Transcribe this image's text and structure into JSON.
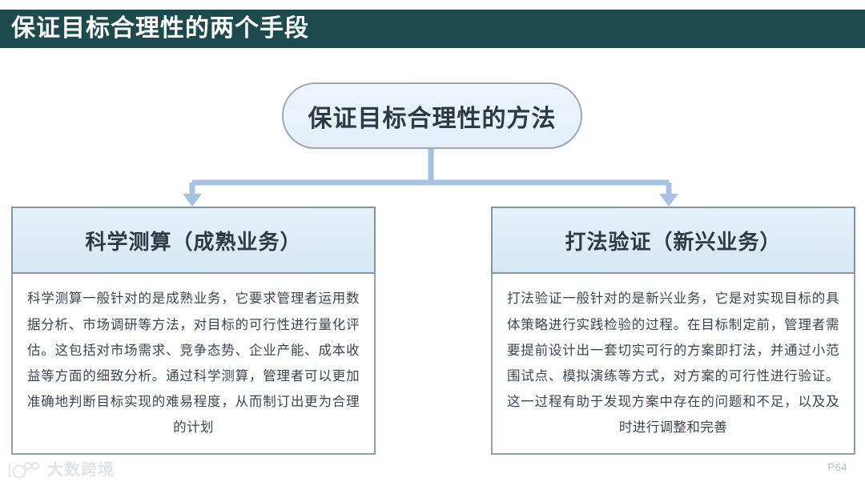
{
  "slide": {
    "title": "保证目标合理性的两个手段",
    "title_bar_color": "#1c4a4d",
    "page_number": "P64",
    "watermark_text": "大数跨境",
    "accent_color": "#8ea0b5",
    "node_fill_color": "#e6f1f8",
    "connector_color": "#a9c2e3"
  },
  "diagram": {
    "type": "tree",
    "root": {
      "label": "保证目标合理性的方法"
    },
    "branches": [
      {
        "header": "科学测算（成熟业务）",
        "body": "科学测算一般针对的是成熟业务，它要求管理者运用数据分析、市场调研等方法，对目标的可行性进行量化评估。这包括对市场需求、竞争态势、企业产能、成本收益等方面的细致分析。通过科学测算，管理者可以更加准确地判断目标实现的难易程度，从而制订出更为合理的计划"
      },
      {
        "header": "打法验证（新兴业务）",
        "body": "打法验证一般针对的是新兴业务，它是对实现目标的具体策略进行实践检验的过程。在目标制定前，管理者需要提前设计出一套切实可行的方案即打法，并通过小范围试点、模拟演练等方式，对方案的可行性进行验证。这一过程有助于发现方案中存在的问题和不足，以及及时进行调整和完善"
      }
    ]
  }
}
